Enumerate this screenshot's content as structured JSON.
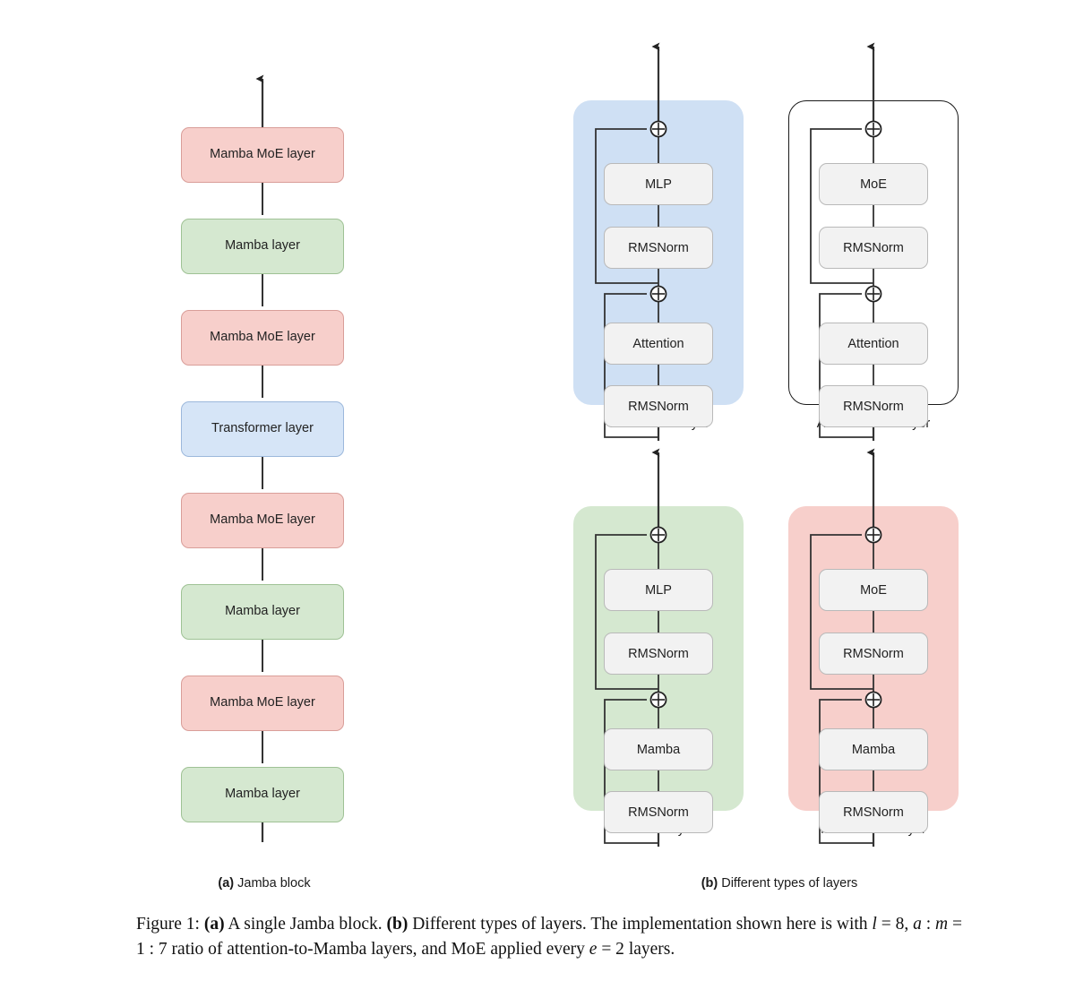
{
  "figure": {
    "number": "Figure 1:",
    "caption_part_a_tag": "(a)",
    "caption_part_a_text": " A single Jamba block. ",
    "caption_part_b_tag": "(b)",
    "caption_part_b_text": " Different types of layers. The implementation shown here is with ",
    "caption_math_1": "l",
    "caption_eq_1": " = 8, ",
    "caption_math_2": "a",
    "caption_colon_1": " : ",
    "caption_math_3": "m",
    "caption_eq_2": " = 1 : 7",
    "caption_tail_1": " ratio of attention-to-Mamba layers, and MoE applied every ",
    "caption_math_4": "e",
    "caption_eq_3": " = 2",
    "caption_tail_2": " layers."
  },
  "panel_a": {
    "subcaption_tag": "(a)",
    "subcaption_text": " Jamba block",
    "blocks": [
      {
        "label": "Mamba MoE layer",
        "kind": "moe"
      },
      {
        "label": "Mamba layer",
        "kind": "mamba"
      },
      {
        "label": "Mamba MoE layer",
        "kind": "moe"
      },
      {
        "label": "Transformer layer",
        "kind": "transformer"
      },
      {
        "label": "Mamba MoE layer",
        "kind": "moe"
      },
      {
        "label": "Mamba layer",
        "kind": "mamba"
      },
      {
        "label": "Mamba MoE layer",
        "kind": "moe"
      },
      {
        "label": "Mamba layer",
        "kind": "mamba"
      }
    ]
  },
  "panel_b": {
    "subcaption_tag": "(b)",
    "subcaption_text": " Different types of layers",
    "cards": [
      {
        "name": "Transformer layer",
        "style": "blue",
        "top_module": "MLP",
        "top_norm": "RMSNorm",
        "bottom_module": "Attention",
        "bottom_norm": "RMSNorm",
        "adder_symbol": "+"
      },
      {
        "name": "Attention MoE layer",
        "style": "white",
        "top_module": "MoE",
        "top_norm": "RMSNorm",
        "bottom_module": "Attention",
        "bottom_norm": "RMSNorm",
        "adder_symbol": "+"
      },
      {
        "name": "Mamba layer",
        "style": "green",
        "top_module": "MLP",
        "top_norm": "RMSNorm",
        "bottom_module": "Mamba",
        "bottom_norm": "RMSNorm",
        "adder_symbol": "+"
      },
      {
        "name": "Mamba MoE layer",
        "style": "pink",
        "top_module": "MoE",
        "top_norm": "RMSNorm",
        "bottom_module": "Mamba",
        "bottom_norm": "RMSNorm",
        "adder_symbol": "+"
      }
    ]
  },
  "colors": {
    "moe_fill": "#f7cfcb",
    "moe_stroke": "#d99e99",
    "mamba_fill": "#d5e8d0",
    "mamba_stroke": "#9fc295",
    "transformer_fill": "#d6e5f7",
    "transformer_stroke": "#9cb8dc",
    "card_blue": "#cfe0f4",
    "card_green": "#d5e8d0",
    "card_pink": "#f7cfcb",
    "inner_fill": "#f2f2f2",
    "inner_stroke": "#b9b9b9",
    "line": "#333333"
  }
}
